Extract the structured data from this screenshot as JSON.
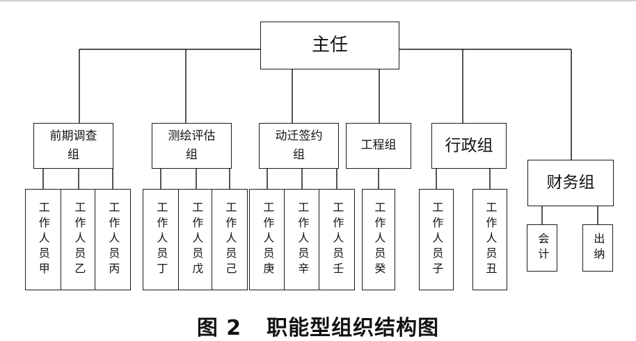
{
  "root": "主任",
  "departments": [
    {
      "label": "前期调查\n组",
      "workers": [
        "工作人员甲",
        "工作人员乙",
        "工作人员丙"
      ]
    },
    {
      "label": "测绘评估\n组",
      "workers": [
        "工作人员丁",
        "工作人员戊",
        "工作人员己"
      ]
    },
    {
      "label": "动迁签约\n组",
      "workers": [
        "工作人员庚",
        "工作人员辛",
        "工作人员壬"
      ]
    },
    {
      "label": "工程组",
      "workers": [
        "工作人员癸"
      ]
    },
    {
      "label": "行政组",
      "workers": [
        "工作人员子",
        "工作人员丑"
      ]
    },
    {
      "label": "财务组",
      "workers": [
        "会计",
        "出纳"
      ]
    }
  ],
  "caption": {
    "figure": "图 2",
    "title": "职能型组织结构图"
  }
}
